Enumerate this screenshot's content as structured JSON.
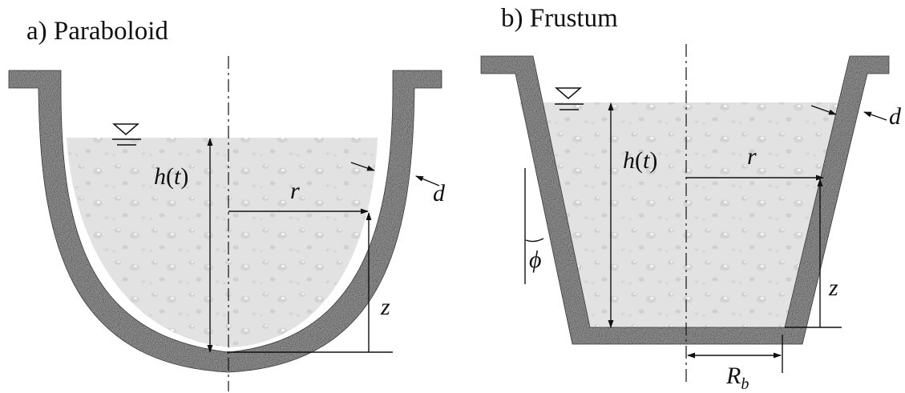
{
  "panels": [
    {
      "title": "a) Paraboloid",
      "labels": {
        "h": "h",
        "t": "t",
        "r": "r",
        "z": "z",
        "d": "d"
      }
    },
    {
      "title": "b) Frustum",
      "labels": {
        "h": "h",
        "t": "t",
        "r": "r",
        "z": "z",
        "d": "d",
        "phi": "ϕ",
        "Rb_main": "R",
        "Rb_sub": "b"
      }
    }
  ],
  "colors": {
    "wall_base": "#8c8c8c",
    "wall_dark": "#3a3a3a",
    "water": "#e2e2e2",
    "ink": "#111111"
  },
  "icons": [
    "water-level-triangle-icon"
  ]
}
